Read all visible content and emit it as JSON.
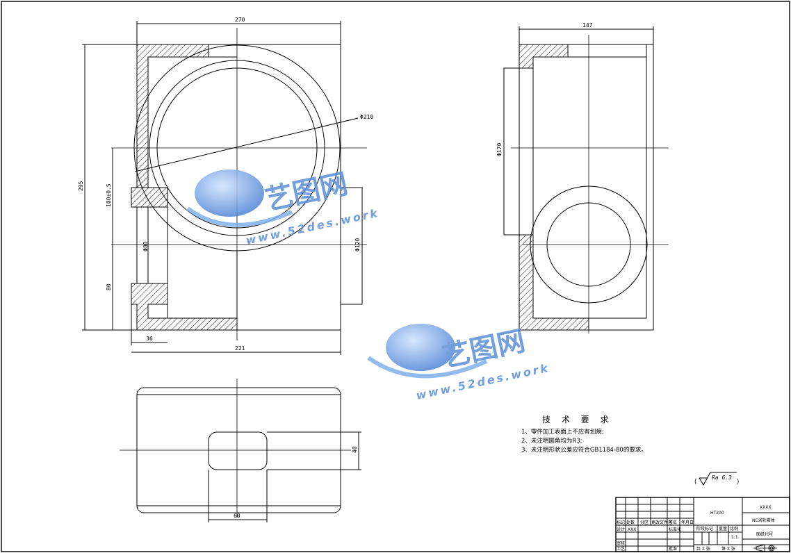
{
  "drawing": {
    "dimensions": {
      "top_width": "270",
      "overall_height": "295",
      "upper_offset": "100±0.5",
      "lower_offset": "80",
      "boss_width": "36",
      "bottom_width": "221",
      "circle_dia": "Φ210",
      "bore_dia": "Φ80",
      "right_bore_dia": "Φ120",
      "side_width": "147",
      "side_bore_dia": "Φ170",
      "slot_height": "40",
      "slot_width": "60"
    },
    "requirements": {
      "title": "技 术 要 求",
      "items": [
        "1、零件加工表面上不应有划痕;",
        "2、未注明圆角均为R3;",
        "3、未注明形状公差应符合GB1184-80的要求。"
      ]
    },
    "roughness": "Ra 6.3",
    "watermark": {
      "text": "艺图网",
      "url": "www.52des.work"
    }
  },
  "title_block": {
    "material": "HT200",
    "company": "XXXX",
    "part_name": "NC涡轮箱体",
    "stage_label": "阶段标记",
    "weight_label": "重量",
    "scale_label": "比例",
    "scale": "1:1",
    "drawing_no_label": "图纸代号",
    "mark_label": "标记",
    "count_label": "处数",
    "zone_label": "分区",
    "change_doc_label": "更改文件号",
    "sign_label": "签名",
    "date_label": "年月日",
    "design_label": "设计",
    "designer": "XXX",
    "standard_label": "标准化",
    "review_label": "审核",
    "process_label": "工艺",
    "approve_label": "批准",
    "total_sheets": "共 X 张",
    "sheet_no": "第 X 张"
  }
}
